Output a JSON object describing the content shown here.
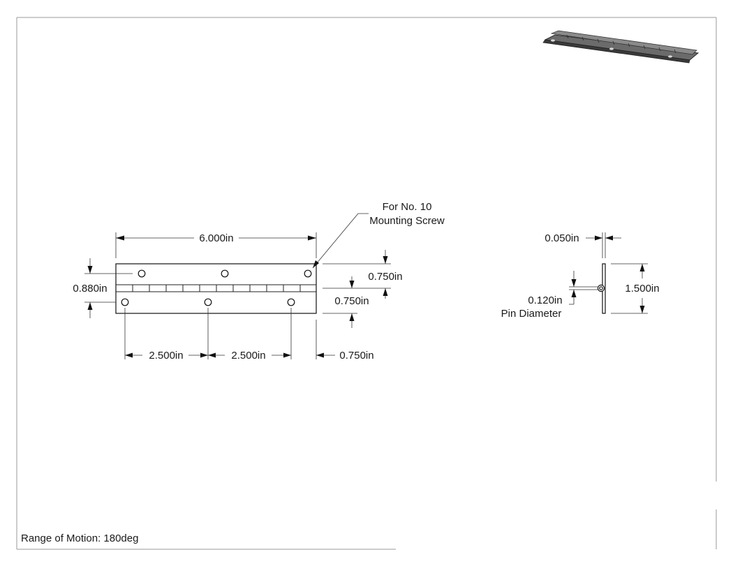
{
  "drawing": {
    "note": {
      "line1": "For No. 10",
      "line2": "Mounting Screw"
    },
    "front_view": {
      "overall_length": "6.000in",
      "hole_edge_offset_top": "0.750in",
      "hole_edge_offset_bottom": "0.750in",
      "hole_spacing_left": "2.500in",
      "hole_spacing_right": "2.500in",
      "hole_end_offset": "0.750in",
      "hole_row_spacing": "0.880in"
    },
    "side_view": {
      "thickness": "0.050in",
      "open_width": "1.500in",
      "pin_diameter_value": "0.120in",
      "pin_diameter_label": "Pin Diameter"
    },
    "footer": {
      "range_of_motion": "Range of Motion: 180deg"
    }
  },
  "colors": {
    "line": "#222222",
    "border": "#9a9a9a",
    "hinge_iso": "#5a5a5a"
  }
}
